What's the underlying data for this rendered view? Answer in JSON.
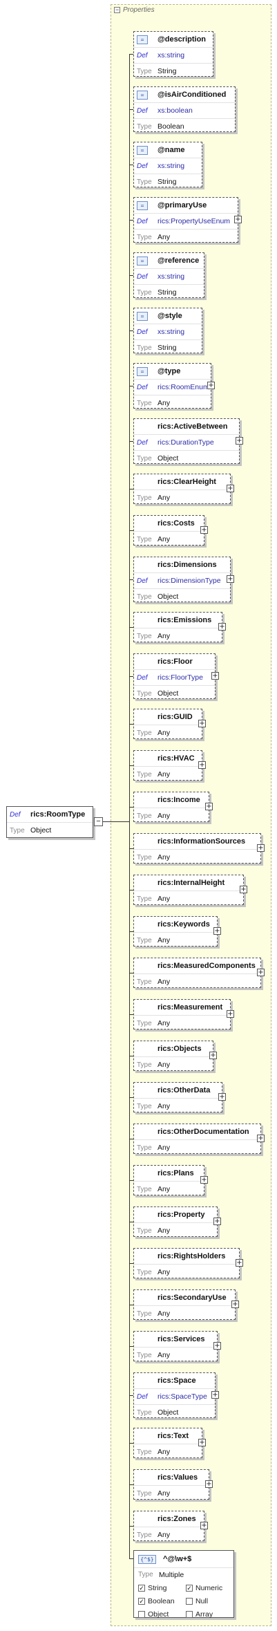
{
  "group": {
    "label": "Properties"
  },
  "root": {
    "kind": "Def",
    "name": "rics:RoomType",
    "type_label": "Type",
    "type": "Object"
  },
  "labels": {
    "def": "Def",
    "type": "Type"
  },
  "items": [
    {
      "name": "@description",
      "def": "xs:string",
      "type": "String",
      "attr": true,
      "opt": true,
      "exp": false
    },
    {
      "name": "@isAirConditioned",
      "def": "xs:boolean",
      "type": "Boolean",
      "attr": true,
      "opt": true,
      "exp": false
    },
    {
      "name": "@name",
      "def": "xs:string",
      "type": "String",
      "attr": true,
      "opt": true,
      "exp": false
    },
    {
      "name": "@primaryUse",
      "def": "rics:PropertyUseEnum",
      "type": "Any",
      "attr": true,
      "opt": true,
      "exp": true
    },
    {
      "name": "@reference",
      "def": "xs:string",
      "type": "String",
      "attr": true,
      "opt": true,
      "exp": false
    },
    {
      "name": "@style",
      "def": "xs:string",
      "type": "String",
      "attr": true,
      "opt": true,
      "exp": false
    },
    {
      "name": "@type",
      "def": "rics:RoomEnum",
      "type": "Any",
      "attr": true,
      "opt": true,
      "exp": true
    },
    {
      "name": "rics:ActiveBetween",
      "def": "rics:DurationType",
      "type": "Object",
      "attr": false,
      "opt": true,
      "exp": true
    },
    {
      "name": "rics:ClearHeight",
      "def": "",
      "type": "Any",
      "attr": false,
      "opt": true,
      "exp": true
    },
    {
      "name": "rics:Costs",
      "def": "",
      "type": "Any",
      "attr": false,
      "opt": true,
      "exp": true
    },
    {
      "name": "rics:Dimensions",
      "def": "rics:DimensionType",
      "type": "Object",
      "attr": false,
      "opt": true,
      "exp": true
    },
    {
      "name": "rics:Emissions",
      "def": "",
      "type": "Any",
      "attr": false,
      "opt": true,
      "exp": true
    },
    {
      "name": "rics:Floor",
      "def": "rics:FloorType",
      "type": "Object",
      "attr": false,
      "opt": true,
      "exp": true
    },
    {
      "name": "rics:GUID",
      "def": "",
      "type": "Any",
      "attr": false,
      "opt": true,
      "exp": true
    },
    {
      "name": "rics:HVAC",
      "def": "",
      "type": "Any",
      "attr": false,
      "opt": true,
      "exp": true
    },
    {
      "name": "rics:Income",
      "def": "",
      "type": "Any",
      "attr": false,
      "opt": true,
      "exp": true
    },
    {
      "name": "rics:InformationSources",
      "def": "",
      "type": "Any",
      "attr": false,
      "opt": true,
      "exp": true
    },
    {
      "name": "rics:InternalHeight",
      "def": "",
      "type": "Any",
      "attr": false,
      "opt": true,
      "exp": true
    },
    {
      "name": "rics:Keywords",
      "def": "",
      "type": "Any",
      "attr": false,
      "opt": true,
      "exp": true
    },
    {
      "name": "rics:MeasuredComponents",
      "def": "",
      "type": "Any",
      "attr": false,
      "opt": true,
      "exp": true
    },
    {
      "name": "rics:Measurement",
      "def": "",
      "type": "Any",
      "attr": false,
      "opt": true,
      "exp": true
    },
    {
      "name": "rics:Objects",
      "def": "",
      "type": "Any",
      "attr": false,
      "opt": true,
      "exp": true
    },
    {
      "name": "rics:OtherData",
      "def": "",
      "type": "Any",
      "attr": false,
      "opt": true,
      "exp": true
    },
    {
      "name": "rics:OtherDocumentation",
      "def": "",
      "type": "Any",
      "attr": false,
      "opt": true,
      "exp": true
    },
    {
      "name": "rics:Plans",
      "def": "",
      "type": "Any",
      "attr": false,
      "opt": true,
      "exp": true
    },
    {
      "name": "rics:Property",
      "def": "",
      "type": "Any",
      "attr": false,
      "opt": true,
      "exp": true
    },
    {
      "name": "rics:RightsHolders",
      "def": "",
      "type": "Any",
      "attr": false,
      "opt": true,
      "exp": true
    },
    {
      "name": "rics:SecondaryUse",
      "def": "",
      "type": "Any",
      "attr": false,
      "opt": true,
      "exp": true
    },
    {
      "name": "rics:Services",
      "def": "",
      "type": "Any",
      "attr": false,
      "opt": true,
      "exp": true
    },
    {
      "name": "rics:Space",
      "def": "rics:SpaceType",
      "type": "Object",
      "attr": false,
      "opt": true,
      "exp": true
    },
    {
      "name": "rics:Text",
      "def": "",
      "type": "Any",
      "attr": false,
      "opt": true,
      "exp": true
    },
    {
      "name": "rics:Values",
      "def": "",
      "type": "Any",
      "attr": false,
      "opt": true,
      "exp": true
    },
    {
      "name": "rics:Zones",
      "def": "",
      "type": "Any",
      "attr": false,
      "opt": true,
      "exp": true
    }
  ],
  "pattern": {
    "icon": "{^$}",
    "regex": "^@\\w+$",
    "type_label": "Type",
    "type": "Multiple",
    "checks": [
      {
        "label": "String",
        "checked": true
      },
      {
        "label": "Numeric",
        "checked": true
      },
      {
        "label": "Boolean",
        "checked": true
      },
      {
        "label": "Null",
        "checked": false
      },
      {
        "label": "Object",
        "checked": false
      },
      {
        "label": "Array",
        "checked": false
      }
    ]
  }
}
